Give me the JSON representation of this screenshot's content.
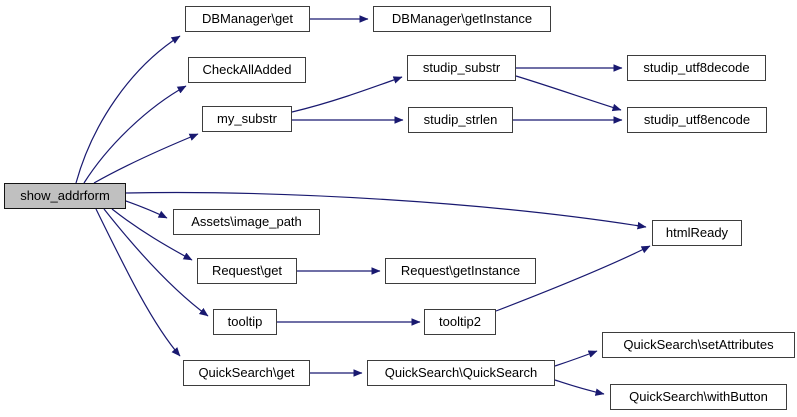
{
  "diagram": {
    "type": "call-graph",
    "root": "show_addrform",
    "colors": {
      "edge": "#191970",
      "node_border": "#3d3d3d",
      "node_fill": "#ffffff",
      "highlight_fill": "#c0c0c0",
      "text": "#000000",
      "background": "#ffffff"
    },
    "nodes": [
      {
        "label": "show_addrform",
        "highlighted": true
      },
      {
        "label": "DBManager\\get"
      },
      {
        "label": "DBManager\\getInstance"
      },
      {
        "label": "CheckAllAdded"
      },
      {
        "label": "my_substr"
      },
      {
        "label": "studip_substr"
      },
      {
        "label": "studip_utf8decode"
      },
      {
        "label": "studip_strlen"
      },
      {
        "label": "studip_utf8encode"
      },
      {
        "label": "Assets\\image_path"
      },
      {
        "label": "htmlReady"
      },
      {
        "label": "Request\\get"
      },
      {
        "label": "Request\\getInstance"
      },
      {
        "label": "tooltip"
      },
      {
        "label": "tooltip2"
      },
      {
        "label": "QuickSearch\\get"
      },
      {
        "label": "QuickSearch\\QuickSearch"
      },
      {
        "label": "QuickSearch\\setAttributes"
      },
      {
        "label": "QuickSearch\\withButton"
      }
    ],
    "edges": [
      {
        "from": "show_addrform",
        "to": "DBManager\\get"
      },
      {
        "from": "show_addrform",
        "to": "CheckAllAdded"
      },
      {
        "from": "show_addrform",
        "to": "my_substr"
      },
      {
        "from": "show_addrform",
        "to": "htmlReady"
      },
      {
        "from": "show_addrform",
        "to": "Assets\\image_path"
      },
      {
        "from": "show_addrform",
        "to": "Request\\get"
      },
      {
        "from": "show_addrform",
        "to": "tooltip"
      },
      {
        "from": "show_addrform",
        "to": "QuickSearch\\get"
      },
      {
        "from": "DBManager\\get",
        "to": "DBManager\\getInstance"
      },
      {
        "from": "my_substr",
        "to": "studip_substr"
      },
      {
        "from": "my_substr",
        "to": "studip_strlen"
      },
      {
        "from": "studip_substr",
        "to": "studip_utf8decode"
      },
      {
        "from": "studip_substr",
        "to": "studip_utf8encode"
      },
      {
        "from": "studip_strlen",
        "to": "studip_utf8encode"
      },
      {
        "from": "Request\\get",
        "to": "Request\\getInstance"
      },
      {
        "from": "tooltip",
        "to": "tooltip2"
      },
      {
        "from": "tooltip2",
        "to": "htmlReady"
      },
      {
        "from": "QuickSearch\\get",
        "to": "QuickSearch\\QuickSearch"
      },
      {
        "from": "QuickSearch\\QuickSearch",
        "to": "QuickSearch\\setAttributes"
      },
      {
        "from": "QuickSearch\\QuickSearch",
        "to": "QuickSearch\\withButton"
      }
    ]
  }
}
